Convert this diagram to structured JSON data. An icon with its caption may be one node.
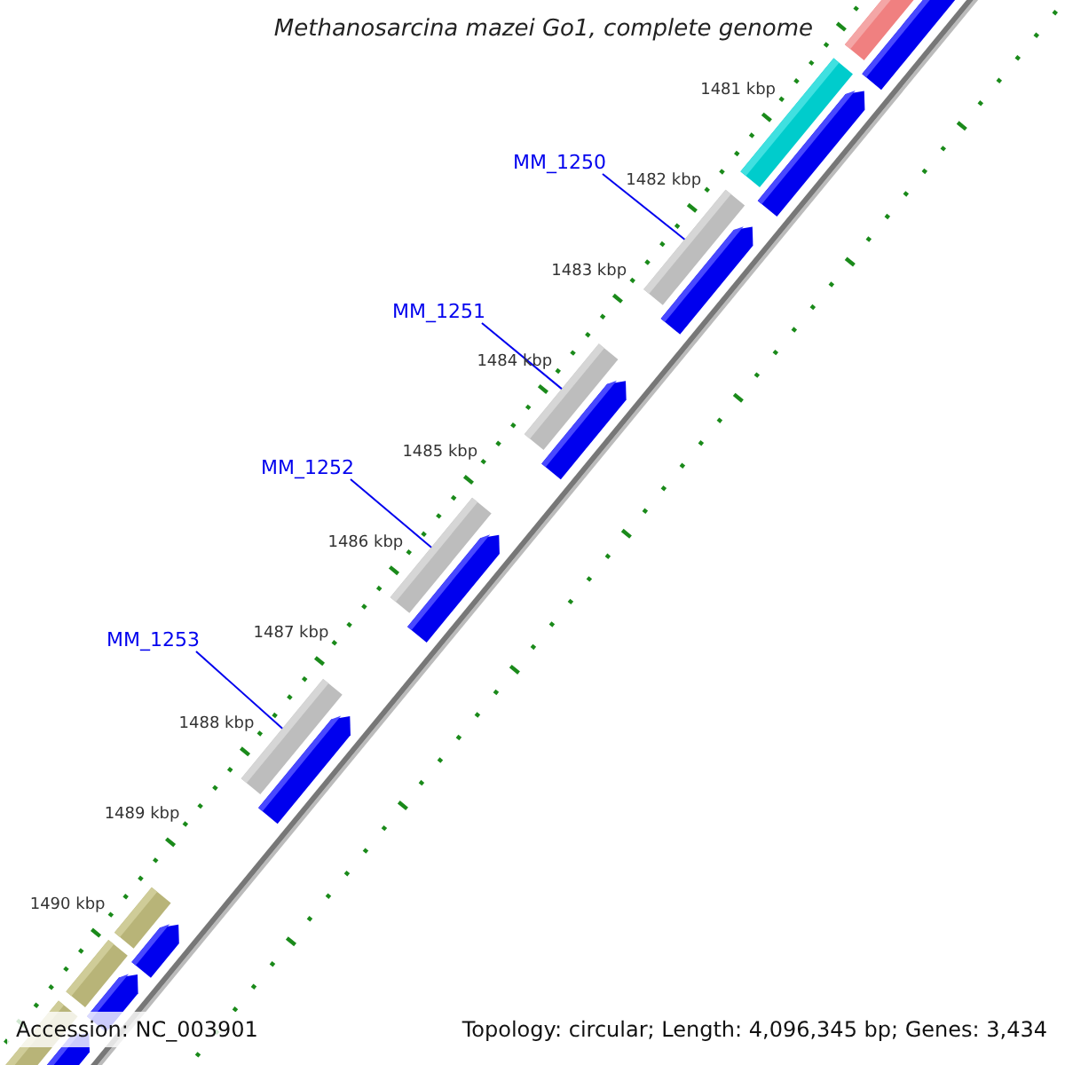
{
  "diagram": {
    "title": "Methanosarcina mazei Go1, complete genome",
    "nodes": [
      {
        "text": [
          "MM_1250"
        ]
      },
      {
        "text": [],
        "shape": "bar"
      },
      {
        "text": [
          "MM_1251"
        ]
      },
      {
        "text": [],
        "shape": "bar"
      },
      {
        "text": [
          "MM_1252"
        ]
      },
      {
        "text": [],
        "shape": "bar"
      },
      {
        "text": [
          "MM_1253"
        ]
      },
      {
        "text": [],
        "shape": "bar"
      }
    ],
    "edges": [
      {
        "from": 0,
        "to": 1,
        "arrow": "none"
      },
      {
        "from": 2,
        "to": 3,
        "arrow": "none"
      },
      {
        "from": 4,
        "to": 5,
        "arrow": "none"
      },
      {
        "from": 6,
        "to": 7,
        "arrow": "none"
      }
    ],
    "labels": [
      "1481 kbp",
      "1482 kbp",
      "1483 kbp",
      "1484 kbp",
      "1485 kbp",
      "1486 kbp",
      "1487 kbp",
      "1488 kbp",
      "1489 kbp",
      "1490 kbp",
      "Accession: NC_003901",
      "Topology: circular; Length: 4,096,345 bp; Genes: 3,434"
    ]
  }
}
